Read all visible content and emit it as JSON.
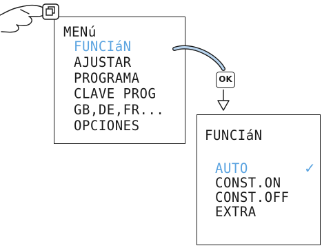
{
  "colors": {
    "accent": "#5aa3e0",
    "text": "#1a1a1a",
    "border": "#1a1a1a"
  },
  "main_menu": {
    "title": "MENú",
    "items": [
      {
        "label": "FUNCIáN",
        "selected": true
      },
      {
        "label": "AJUSTAR",
        "selected": false
      },
      {
        "label": "PROGRAMA",
        "selected": false
      },
      {
        "label": "CLAVE PROG",
        "selected": false
      },
      {
        "label": "GB,DE,FR...",
        "selected": false
      },
      {
        "label": "OPCIONES",
        "selected": false
      }
    ]
  },
  "ok_key": {
    "label": "OK"
  },
  "function_menu": {
    "title": "FUNCIáN",
    "items": [
      {
        "label": "AUTO",
        "selected": true,
        "checked": true
      },
      {
        "label": "CONST.ON",
        "selected": false
      },
      {
        "label": "CONST.OFF",
        "selected": false
      },
      {
        "label": "EXTRA",
        "selected": false
      }
    ],
    "check_mark": "✓"
  },
  "icons": {
    "hand": "hand-pressing-icon",
    "menu_key": "menu-key-icon",
    "arrow": "curved-arrow-icon",
    "down_arrow": "down-arrow-icon"
  }
}
